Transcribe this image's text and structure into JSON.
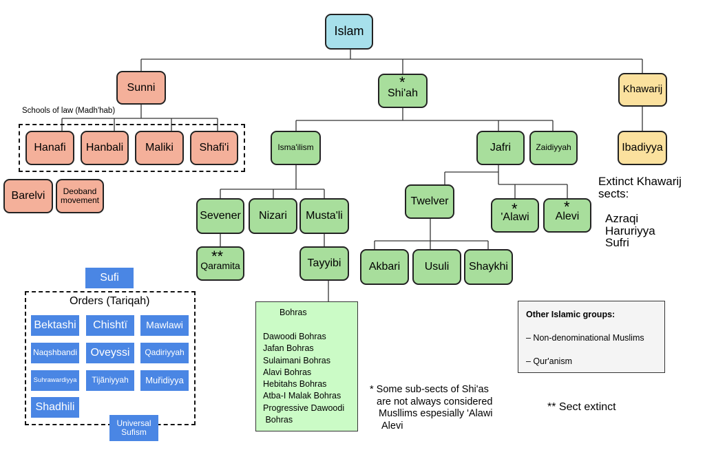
{
  "root": "Islam",
  "sunni": {
    "label": "Sunni",
    "schools_label": "Schools of law (Madh'hab)",
    "schools": [
      "Hanafi",
      "Hanbali",
      "Maliki",
      "Shafi'i"
    ],
    "others": [
      "Barelvi",
      "Deoband movement"
    ]
  },
  "shia": {
    "label": "Shi'ah",
    "branches": {
      "ismailism": "Isma'ilism",
      "sevener": "Sevener",
      "qaramita": "Qaramita",
      "nizari": "Nizari",
      "mustali": "Musta'li",
      "tayyibi": "Tayyibi",
      "jafri": "Jafri",
      "zaidiyyah": "Zaidiyyah",
      "twelver": "Twelver",
      "akbari": "Akbari",
      "usuli": "Usuli",
      "shaykhi": "Shaykhi",
      "alawi": "'Alawi",
      "alevi": "Alevi"
    }
  },
  "khawarij": {
    "label": "Khawarij",
    "child": "Ibadiyya",
    "extinct_title": [
      "Extinct Khawarij",
      "sects:"
    ],
    "extinct": [
      "Azraqi",
      "Haruriyya",
      "Sufri"
    ]
  },
  "markers": {
    "single": "*",
    "double": "**"
  },
  "bohras": {
    "title": "Bohras",
    "items": [
      "Dawoodi Bohras",
      "Jafan Bohras",
      "Sulaimani Bohras",
      "Alavi Bohras",
      "Hebitahs Bohras",
      "Atba-I Malak Bohras",
      "Progressive Dawoodi",
      " Bohras"
    ]
  },
  "sufi": {
    "label": "Sufi",
    "orders_label": "Orders (Tariqah)",
    "orders": [
      "Bektashi",
      "Chishtï",
      "Mawlawi",
      "Naqshbandi",
      "Oveyssi",
      "Qadiriyyah",
      "Suhrawardiyya",
      "Tijãniyyah",
      "Muřidiyya",
      "Shadhili"
    ],
    "universal": [
      "Universal",
      "Sufism"
    ]
  },
  "other_groups": {
    "title": "Other Islamic groups:",
    "items": [
      "– Non-denominational Muslims",
      "– Qur'anism"
    ]
  },
  "notes": {
    "shia_note": [
      "* Some sub-sects of Shi'as",
      "are not always considered",
      "Musllims espesially 'Alawi",
      "Alevi"
    ],
    "extinct_note": "** Sect extinct"
  },
  "colors": {
    "root": "#a7e0eb",
    "sunni": "#f4b09a",
    "shia": "#a8de9c",
    "khawarij": "#fbe19e",
    "sufi": "#4a86e4",
    "bohras_bg": "#cbfbc6"
  }
}
